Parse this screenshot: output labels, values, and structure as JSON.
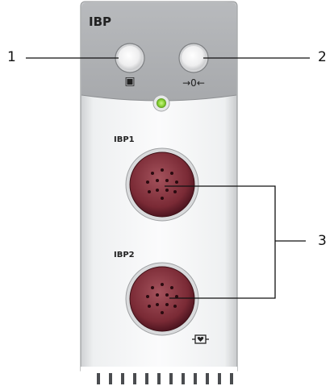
{
  "module": {
    "title": "IBP",
    "ports": [
      {
        "label": "IBP1"
      },
      {
        "label": "IBP2"
      }
    ],
    "buttons": [
      {
        "symbol": "▣",
        "icon": "screen-icon"
      },
      {
        "symbol": "→0←",
        "icon": "zero-icon"
      }
    ],
    "indicator_color": "#8ed63a",
    "port_color": "#7a2a35",
    "footer_icon": "defib-proof-heart-icon"
  },
  "callouts": [
    "1",
    "2",
    "3"
  ]
}
